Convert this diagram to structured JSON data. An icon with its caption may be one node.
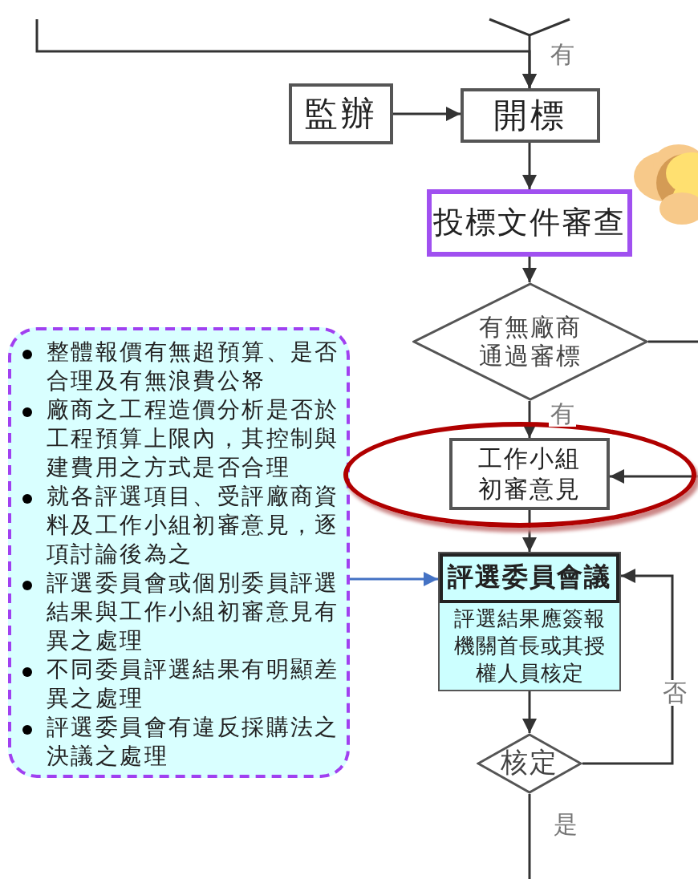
{
  "diagram": {
    "nodes": [
      {
        "text": [],
        "shape": "diamond"
      },
      {
        "text": [
          "監辦"
        ]
      },
      {
        "text": [
          "開標"
        ]
      },
      {
        "text": [],
        "shape": "cloud"
      },
      {
        "text": [
          "投標文件審查"
        ]
      },
      {
        "text": [
          "有無廠商通過審標"
        ]
      },
      {
        "text": [
          "整體報價有無超預算、是否合理及有無浪費公帑",
          "廠商之工程造價分析是否於工程預算上限內，其控制與建費用之方式是否合理",
          "就各評選項目、受評廠商資料及工作小組初審意見，逐項討論後為之",
          "評選委員會或個別委員評選結果與工作小組初審意見有異之處理",
          "不同委員評選結果有明顯差異之處理",
          "評選委員會有違反採購法之決議之處理"
        ]
      },
      {
        "text": [],
        "shape": "ellipse"
      },
      {
        "text": [
          "工作小組初審意見"
        ],
        "in": 7
      },
      {
        "text": [
          "評選委員會議",
          "評選結果應簽報機關首長或其授權人員核定"
        ]
      },
      {
        "text": [
          "核定"
        ]
      }
    ],
    "edges": [
      {
        "from": null,
        "to": 2,
        "arrow": "to"
      },
      {
        "from": 0,
        "to": 2,
        "arrow": "to",
        "label": "有"
      },
      {
        "from": 1,
        "to": 2,
        "arrow": "to"
      },
      {
        "from": 2,
        "to": 4,
        "arrow": "to"
      },
      {
        "from": 4,
        "to": 5,
        "arrow": "to"
      },
      {
        "from": 5,
        "to": 8,
        "arrow": "to",
        "label": "有"
      },
      {
        "from": 5,
        "to": null,
        "arrow": "none"
      },
      {
        "from": null,
        "to": 8,
        "arrow": "to"
      },
      {
        "from": 8,
        "to": 9,
        "arrow": "to"
      },
      {
        "from": 6,
        "to": 9,
        "arrow": "to",
        "color": "#4472c4"
      },
      {
        "from": 9,
        "to": 10,
        "arrow": "to"
      },
      {
        "from": 10,
        "to": 9,
        "arrow": "to",
        "label": "否"
      },
      {
        "from": 10,
        "to": null,
        "arrow": "none",
        "label": "是"
      }
    ]
  }
}
